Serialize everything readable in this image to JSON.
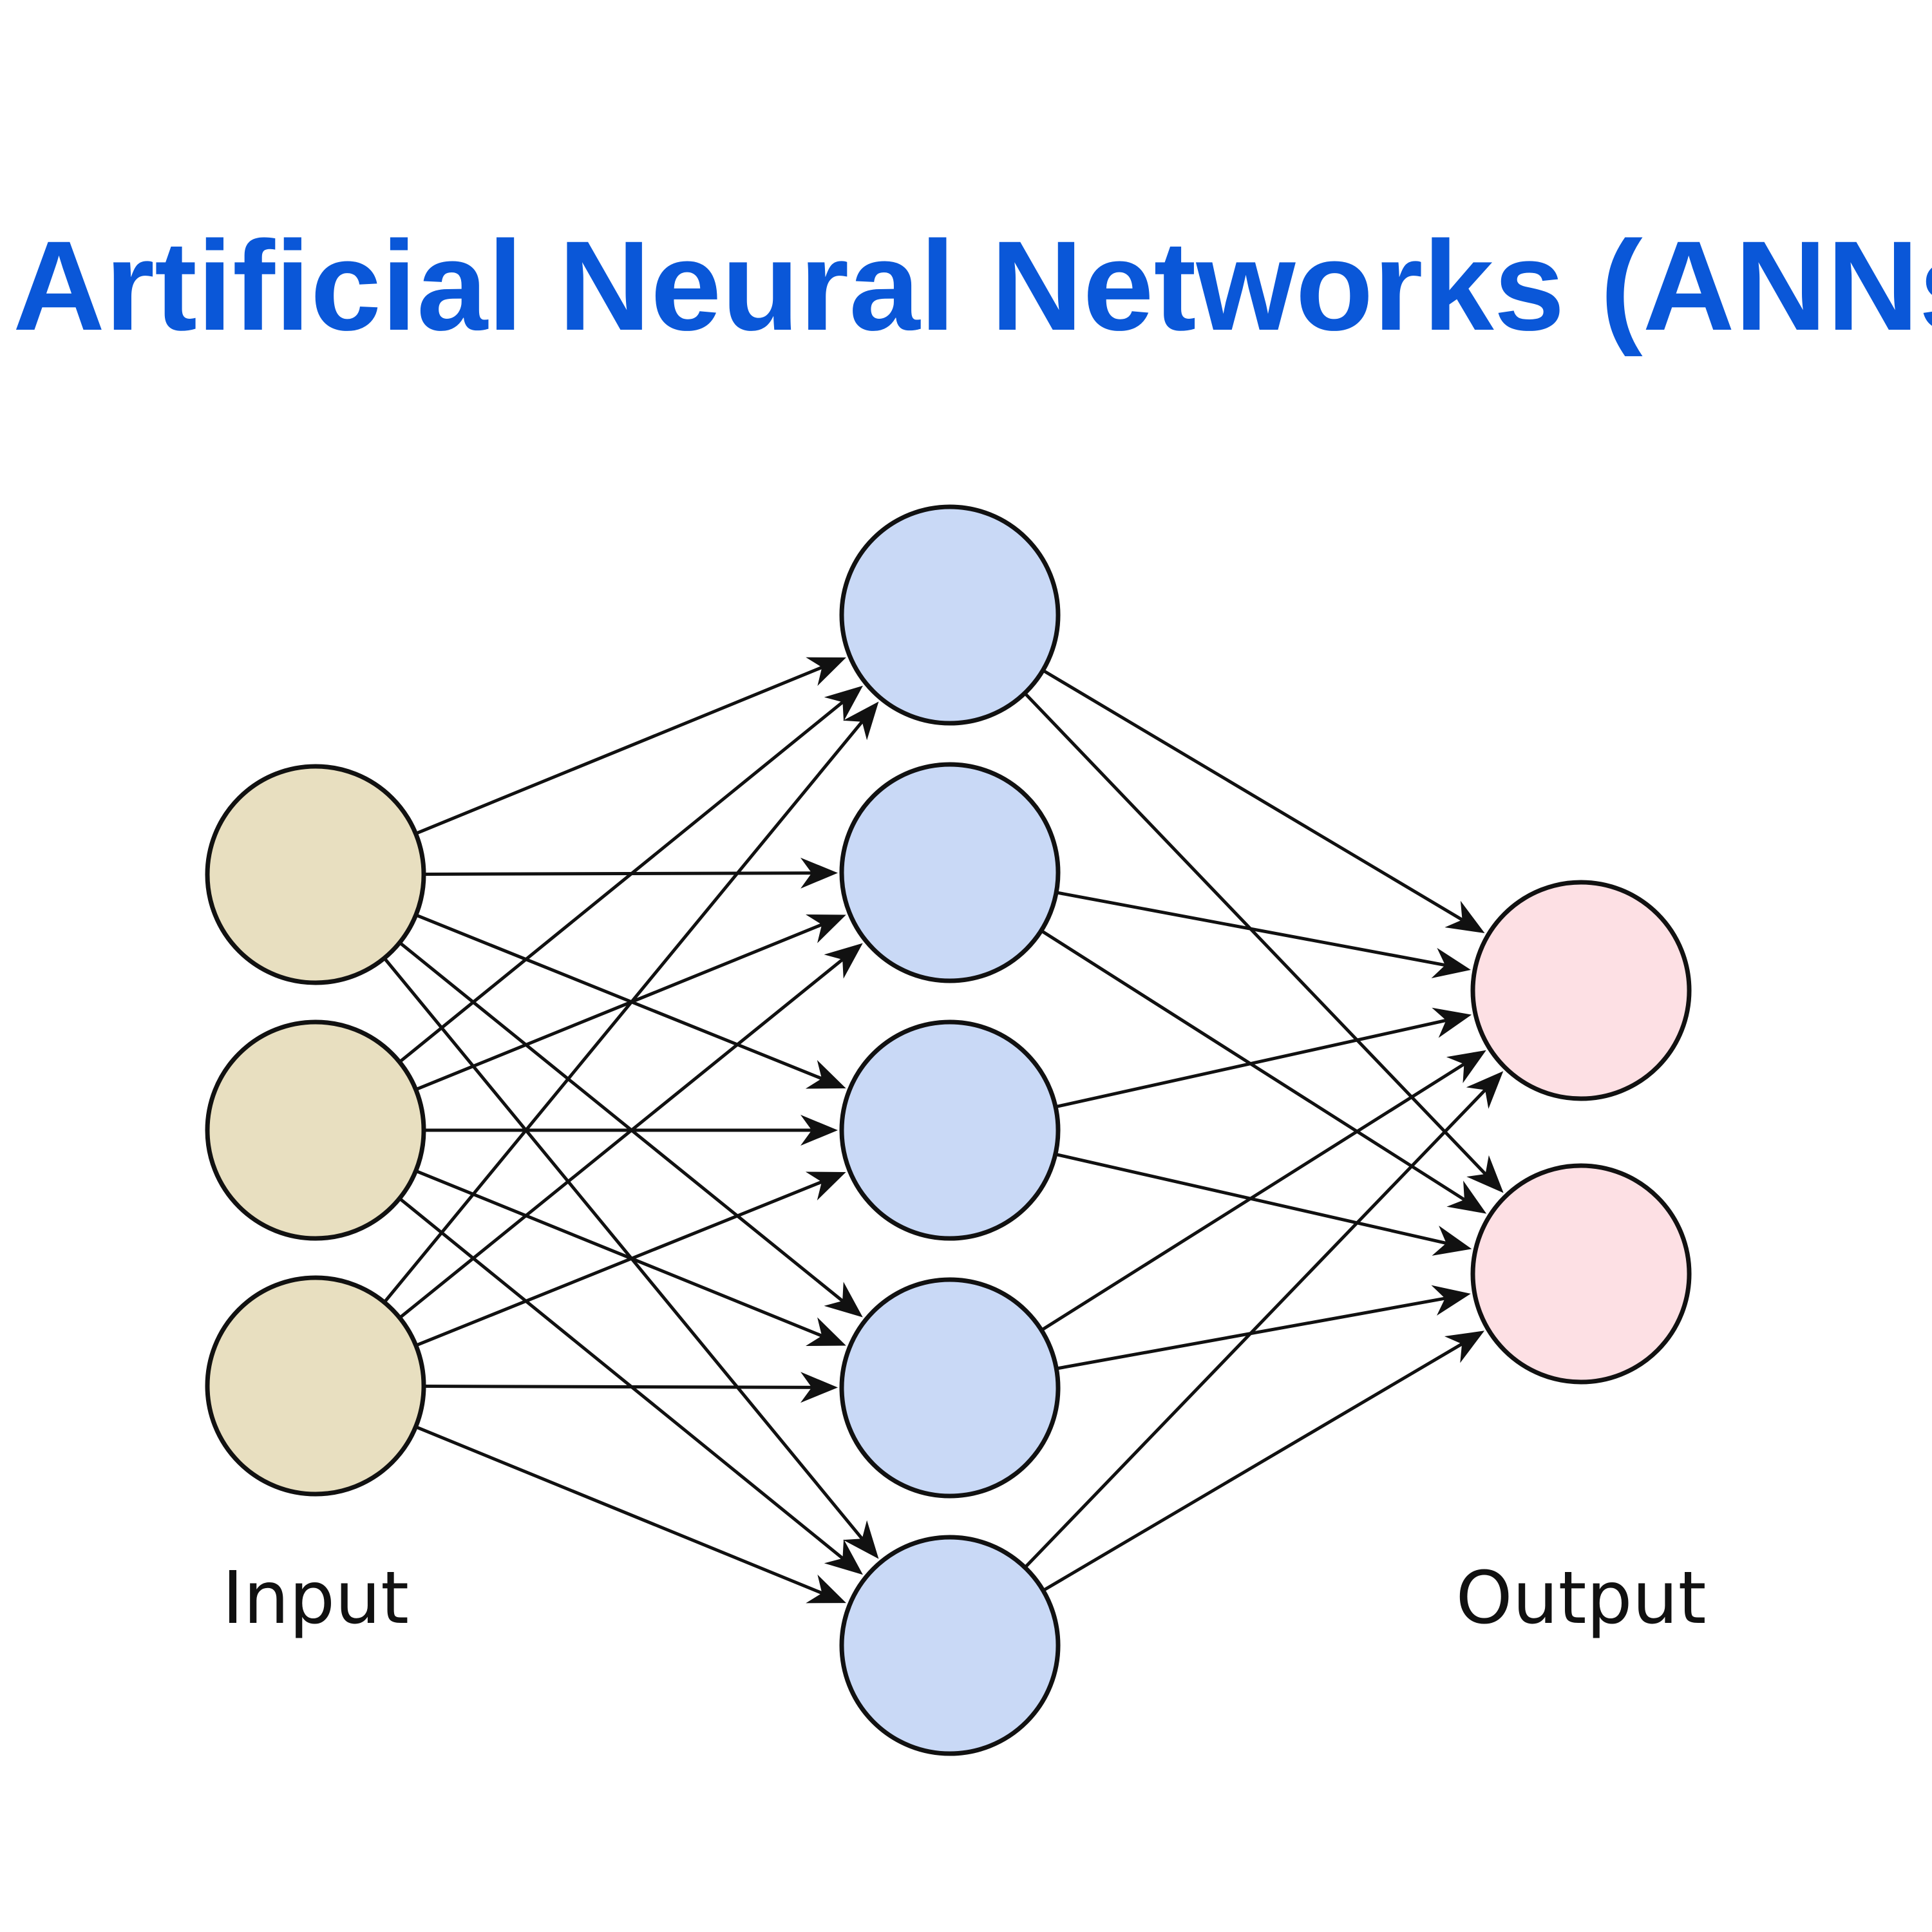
{
  "title": "Artificial Neural Networks (ANNs",
  "labels": {
    "input": "Input",
    "output": "Output"
  },
  "network": {
    "layers": [
      {
        "name": "input",
        "nodes": 3
      },
      {
        "name": "hidden",
        "nodes": 5
      },
      {
        "name": "output",
        "nodes": 2
      }
    ],
    "connections": "fully-connected"
  },
  "colors": {
    "title": "#0a57d8",
    "input_node": "#e8dfc0",
    "hidden_node": "#c9d9f6",
    "output_node": "#fde0e4",
    "stroke": "#111111"
  }
}
